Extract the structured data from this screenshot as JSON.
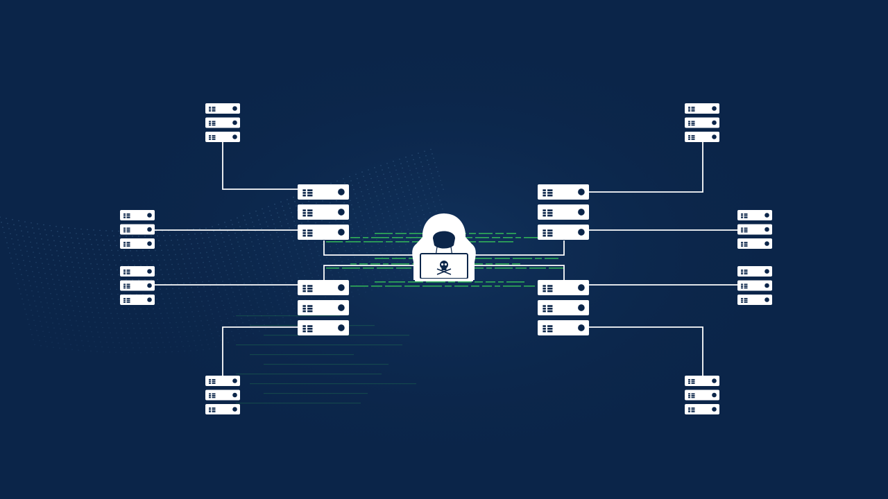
{
  "colors": {
    "background": "#0b2549",
    "background_glow": "#11315c",
    "server": "#ffffff",
    "server_detail": "#0b2549",
    "connector": "#ffffff",
    "code_text": "#3ddc5a",
    "wave_dots": "#3f6a93"
  },
  "hacker": {
    "icon": "hooded-hacker-icon",
    "laptop_icon": "skull-icon"
  },
  "clusters": [
    {
      "id": "center-left-top",
      "stack": 3,
      "icon": "server-rack-icon"
    },
    {
      "id": "center-left-bottom",
      "stack": 3,
      "icon": "server-rack-icon"
    },
    {
      "id": "center-right-top",
      "stack": 3,
      "icon": "server-rack-icon"
    },
    {
      "id": "center-right-bottom",
      "stack": 3,
      "icon": "server-rack-icon"
    },
    {
      "id": "outer-top-left",
      "stack": 3,
      "icon": "server-rack-icon"
    },
    {
      "id": "outer-mid-left-upper",
      "stack": 3,
      "icon": "server-rack-icon"
    },
    {
      "id": "outer-mid-left-lower",
      "stack": 3,
      "icon": "server-rack-icon"
    },
    {
      "id": "outer-bottom-left",
      "stack": 3,
      "icon": "server-rack-icon"
    },
    {
      "id": "outer-top-right",
      "stack": 3,
      "icon": "server-rack-icon"
    },
    {
      "id": "outer-mid-right-upper",
      "stack": 3,
      "icon": "server-rack-icon"
    },
    {
      "id": "outer-mid-right-lower",
      "stack": 3,
      "icon": "server-rack-icon"
    },
    {
      "id": "outer-bottom-right",
      "stack": 3,
      "icon": "server-rack-icon"
    }
  ]
}
